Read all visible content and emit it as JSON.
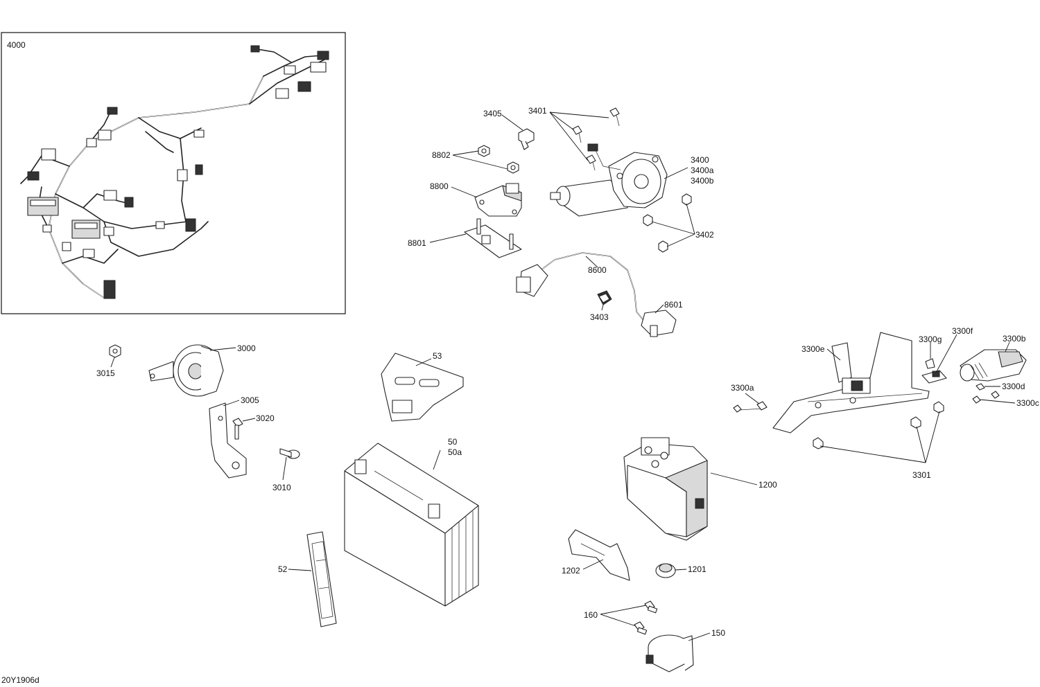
{
  "diagram_code": "20Y1906d",
  "inset_label": "4000",
  "callouts": {
    "c4000": "4000",
    "c3405": "3405",
    "c3401": "3401",
    "c8802": "8802",
    "c8800": "8800",
    "c8801": "8801",
    "c3400": "3400",
    "c3400a": "3400a",
    "c3400b": "3400b",
    "c3402": "3402",
    "c8600": "8600",
    "c8601": "8601",
    "c3403": "3403",
    "c3015": "3015",
    "c3000": "3000",
    "c3005": "3005",
    "c3020": "3020",
    "c3010": "3010",
    "c53": "53",
    "c50": "50",
    "c50a": "50a",
    "c52": "52",
    "c1200": "1200",
    "c1201": "1201",
    "c1202": "1202",
    "c160": "160",
    "c150": "150",
    "c3300e": "3300e",
    "c3300g": "3300g",
    "c3300f": "3300f",
    "c3300b": "3300b",
    "c3300a": "3300a",
    "c3300d": "3300d",
    "c3300c": "3300c",
    "c3301": "3301"
  }
}
